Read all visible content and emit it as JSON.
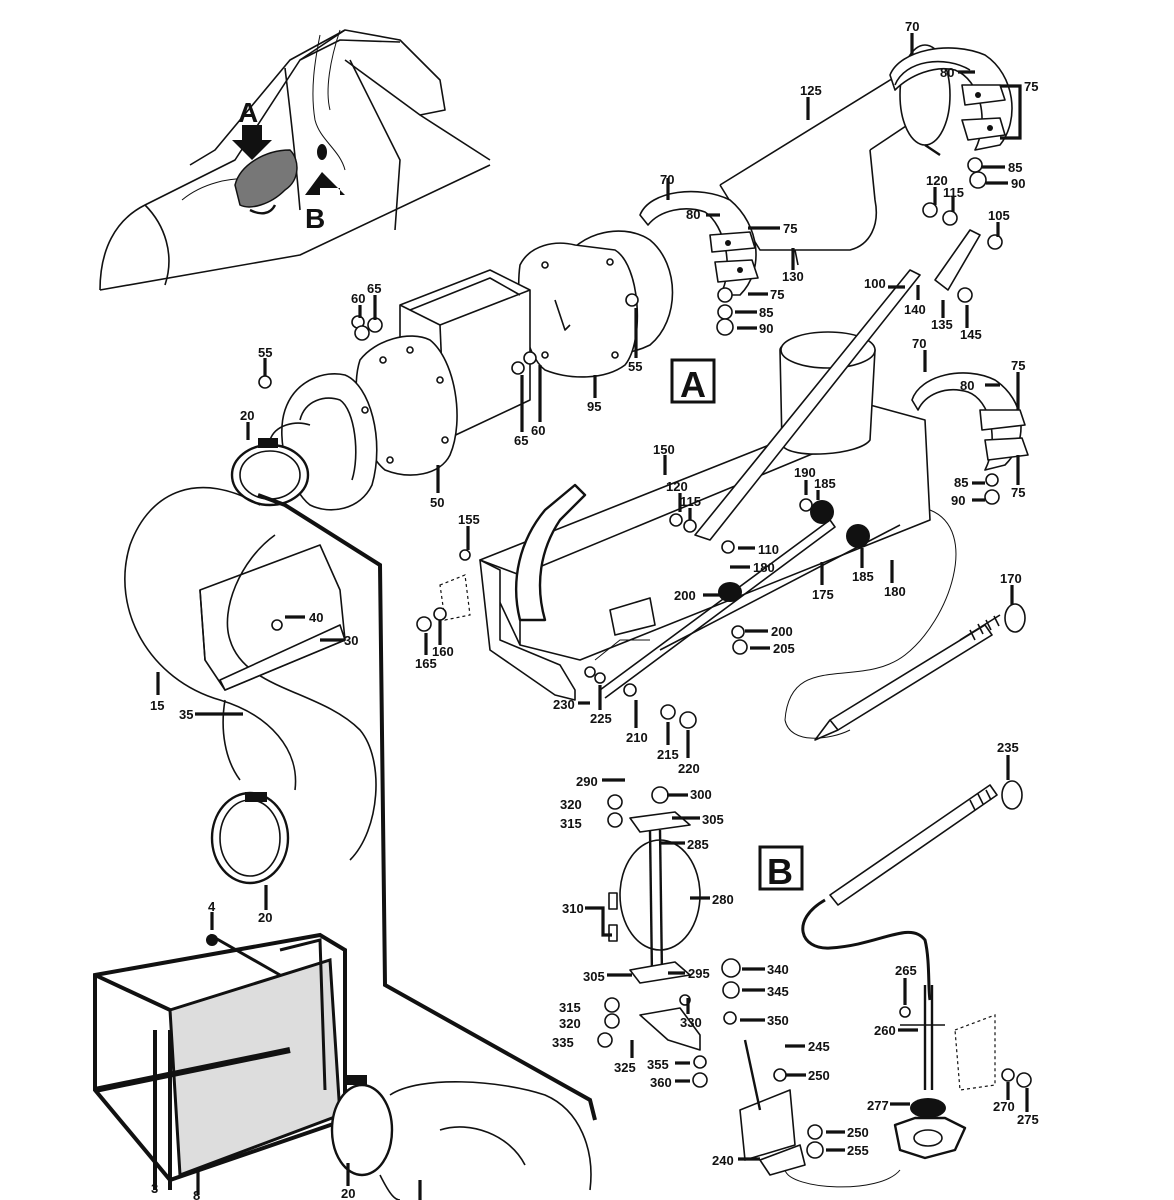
{
  "view_labels": {
    "a": "A",
    "b": "B"
  },
  "callout_labels": {
    "a": "A",
    "b": "B"
  },
  "parts": [
    "70",
    "80",
    "75",
    "125",
    "85",
    "90",
    "120",
    "115",
    "105",
    "130",
    "100",
    "140",
    "135",
    "145",
    "65",
    "60",
    "55",
    "95",
    "50",
    "20",
    "15",
    "35",
    "40",
    "30",
    "4",
    "3",
    "8",
    "150",
    "190",
    "185",
    "110",
    "180",
    "175",
    "155",
    "160",
    "165",
    "200",
    "205",
    "230",
    "225",
    "210",
    "215",
    "220",
    "170",
    "235",
    "290",
    "300",
    "320",
    "315",
    "305",
    "285",
    "280",
    "310",
    "295",
    "340",
    "345",
    "350",
    "330",
    "335",
    "325",
    "355",
    "360",
    "245",
    "250",
    "255",
    "240",
    "265",
    "260",
    "277",
    "270",
    "275"
  ]
}
